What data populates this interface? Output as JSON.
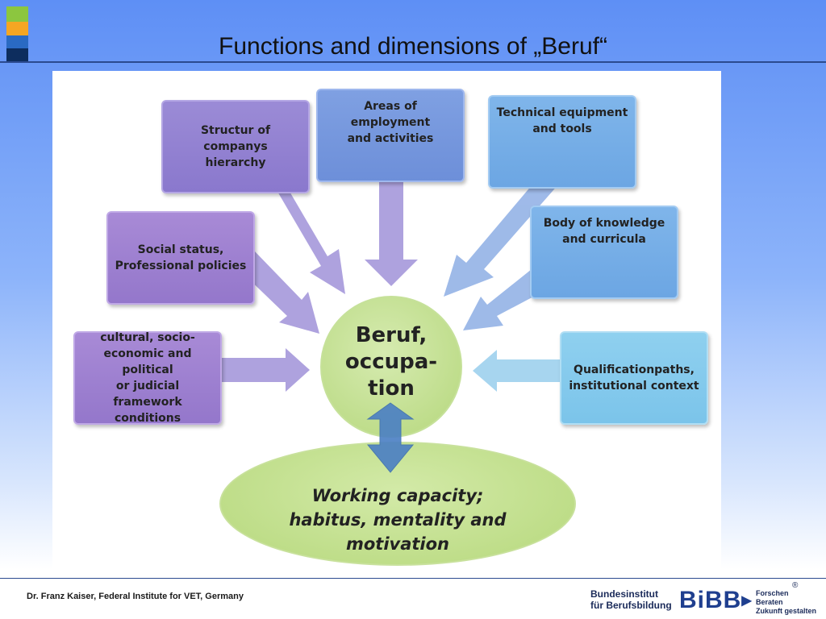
{
  "slide": {
    "title": "Functions and dimensions of „Beruf“",
    "strip_colors": [
      "#8cc63f",
      "#f5a623",
      "#2a6ac3",
      "#0d2d5e"
    ]
  },
  "diagram": {
    "boxes": {
      "hierarchy": "Structur of companys\nhierarchy",
      "employment": "Areas of employment\nand activities",
      "equipment": "Technical equipment\nand  tools",
      "status": "Social status,\nProfessional policies",
      "knowledge": "Body of knowledge\nand curricula",
      "cultural": "cultural, socio-\neconomic and political\nor judicial framework\nconditions",
      "qualification": "Qualificationpaths,\ninstitutional  context"
    },
    "center": "Beruf,\noccupa-\ntion",
    "base": "Working capacity;\nhabitus, mentality and\nmotivation",
    "colors": {
      "arrow_purple": "#8f7fd2",
      "arrow_blue": "#7aa0e0",
      "arrow_cyan": "#86c6ea",
      "double_arrow": "#4a7fc4",
      "green": "#b5d77c"
    }
  },
  "footer": {
    "author": "Dr. Franz Kaiser, Federal Institute for VET, Germany",
    "institute": "Bundesinstitut\nfür Berufsbildung",
    "logo": "BiBB",
    "logo_triangle": "▶",
    "tagline": "Forschen\nBeraten\nZukunft gestalten",
    "registered": "®"
  }
}
